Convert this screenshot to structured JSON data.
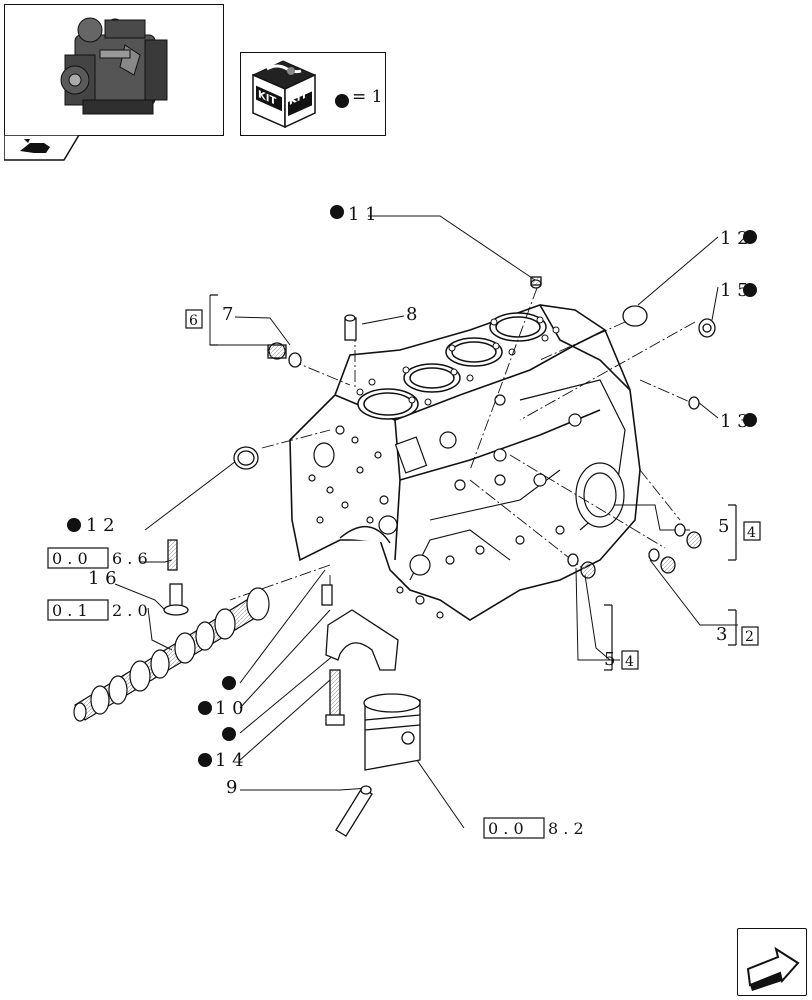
{
  "kit_box": {
    "label_left": "KIT",
    "label_right": "KIT",
    "legend": "= 1"
  },
  "callouts": {
    "c11": "1 1",
    "c12_top": "1 2",
    "c15": "1 5",
    "c13": "1 3",
    "c7": "7",
    "c8": "8",
    "c6_box": "6",
    "c12_left": "1 2",
    "c066_box": "0 . 0",
    "c066_rest": "6 . 6",
    "c16": "1 6",
    "c012_box": "0 . 1",
    "c012_rest": "2 . 0",
    "c10": "1 0",
    "c14": "1 4",
    "c9": "9",
    "c082_box": "0 . 0",
    "c082_rest": "8 . 2",
    "c5a": "5",
    "c4a_box": "4",
    "c3": "3",
    "c2_box": "2",
    "c5b": "5",
    "c4b_box": "4"
  },
  "icons": [
    "engine-thumbnail-icon",
    "kit-box-icon",
    "back-arrow-icon",
    "next-page-arrow-icon"
  ]
}
